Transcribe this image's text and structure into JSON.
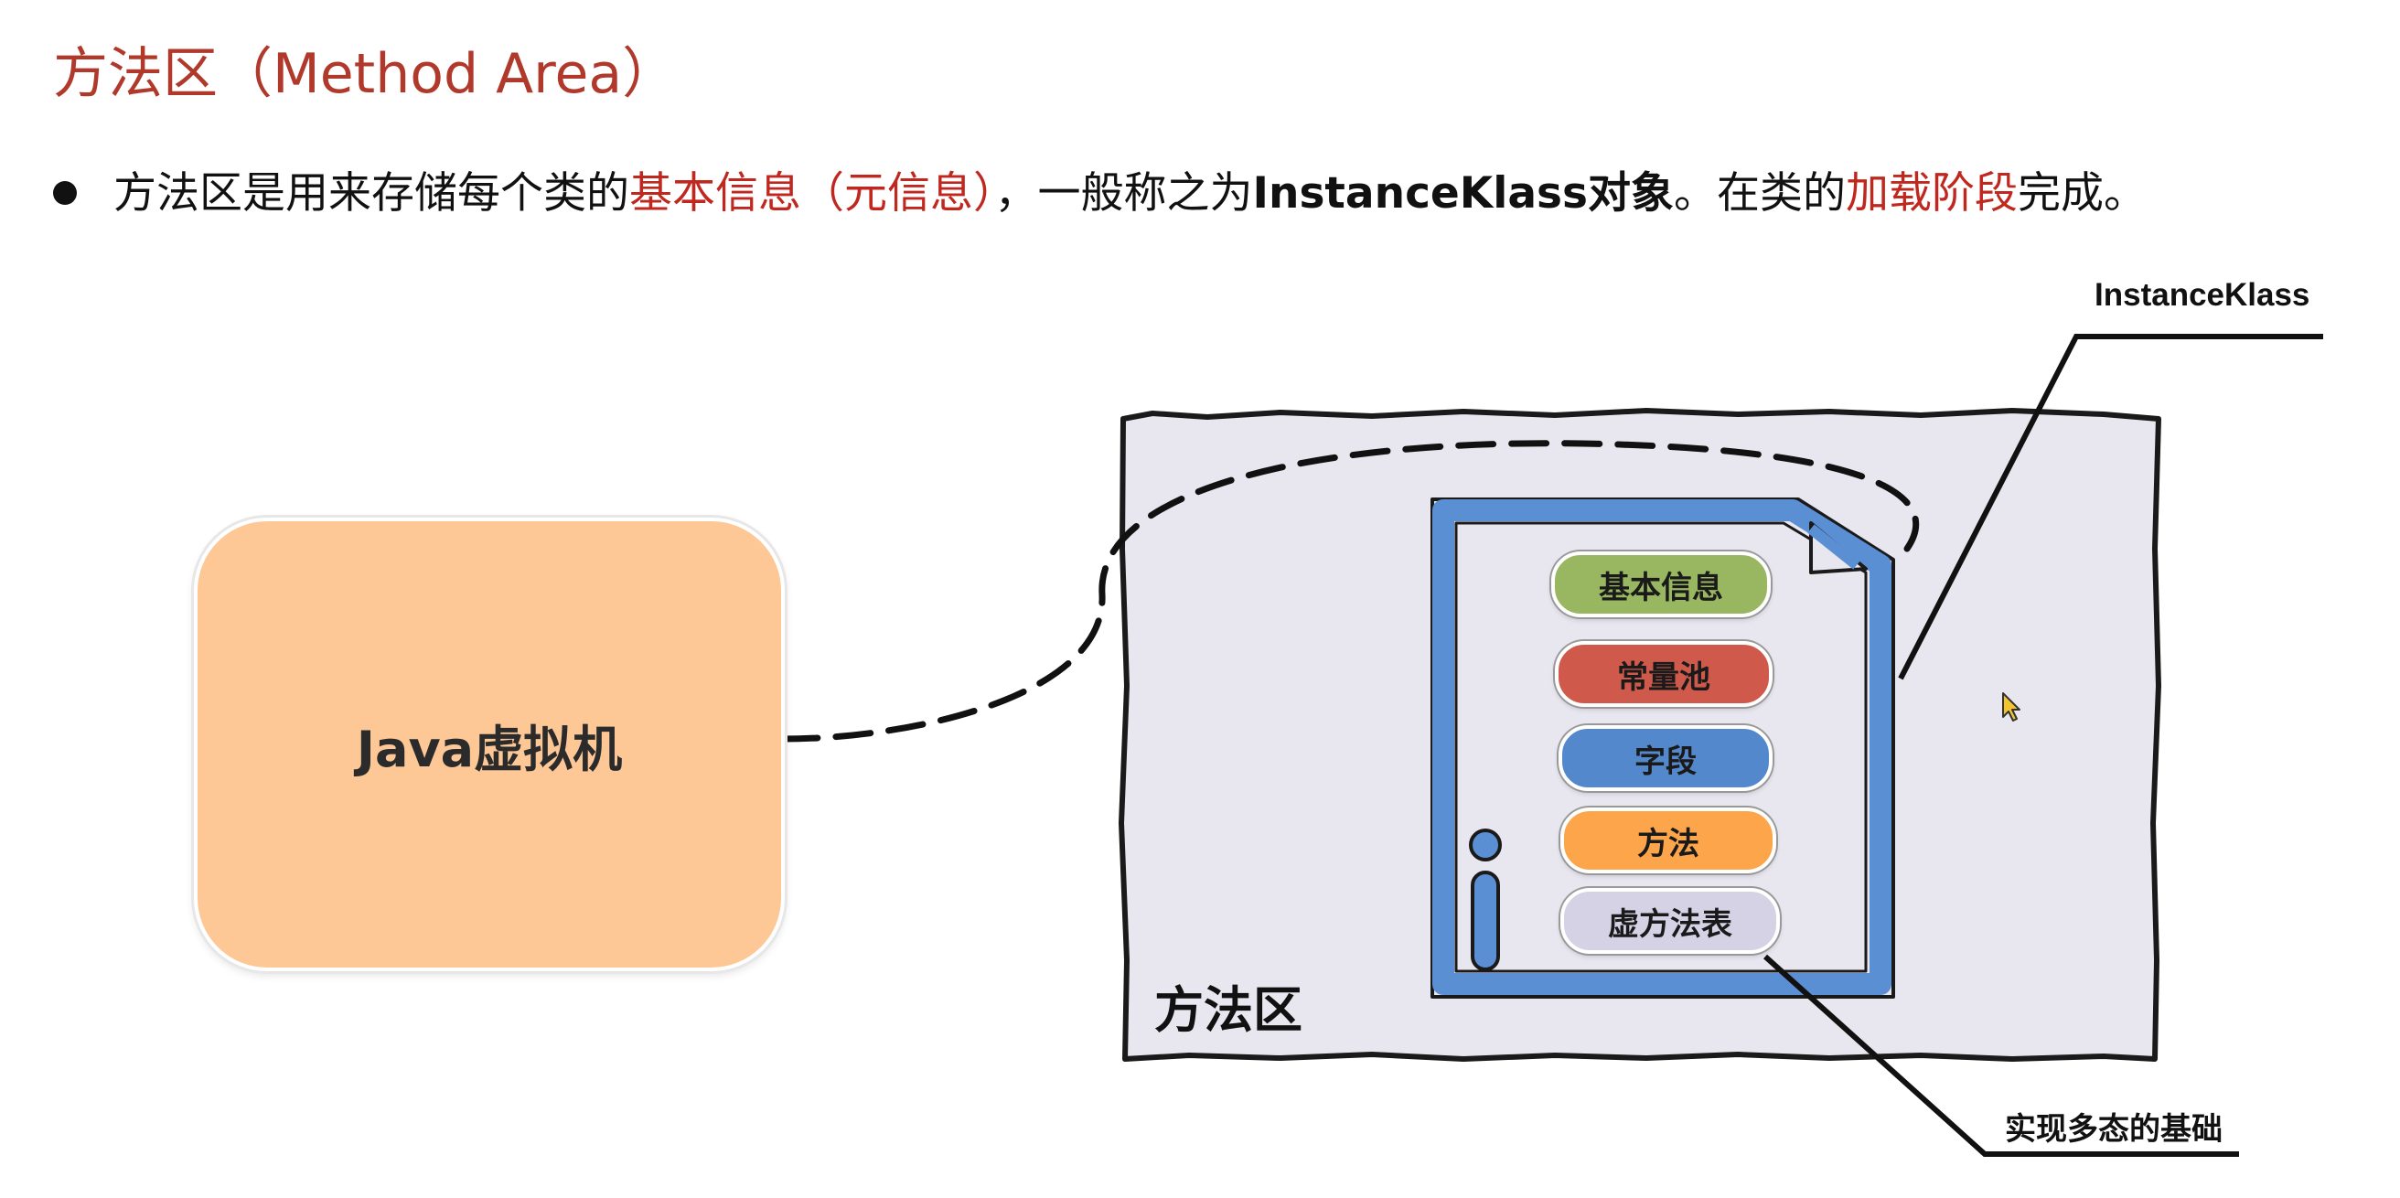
{
  "title": "方法区（Method Area）",
  "bullet": {
    "part1": "方法区是用来存储每个类的",
    "part2_highlight": "基本信息（元信息）",
    "part3": "，一般称之为",
    "part4_bold": "InstanceKlass对象",
    "part5": "。在类的",
    "part6_highlight": "加载阶段",
    "part7": "完成。"
  },
  "diagram": {
    "jvm_label": "Java虚拟机",
    "method_area_label": "方法区",
    "instance_klass_callout": "InstanceKlass",
    "vtable_callout": "实现多态的基础",
    "items": [
      {
        "label": "基本信息",
        "color": "#98b760"
      },
      {
        "label": "常量池",
        "color": "#cf5a4c"
      },
      {
        "label": "字段",
        "color": "#5488cc"
      },
      {
        "label": "方法",
        "color": "#fca54a"
      },
      {
        "label": "虚方法表",
        "color": "#d5d2e5"
      }
    ],
    "colors": {
      "method_area_fill": "#e8e6ef",
      "document_border": "#5b8fd4",
      "jvm_fill": "#fec896",
      "accent_red": "#c0281f"
    }
  }
}
